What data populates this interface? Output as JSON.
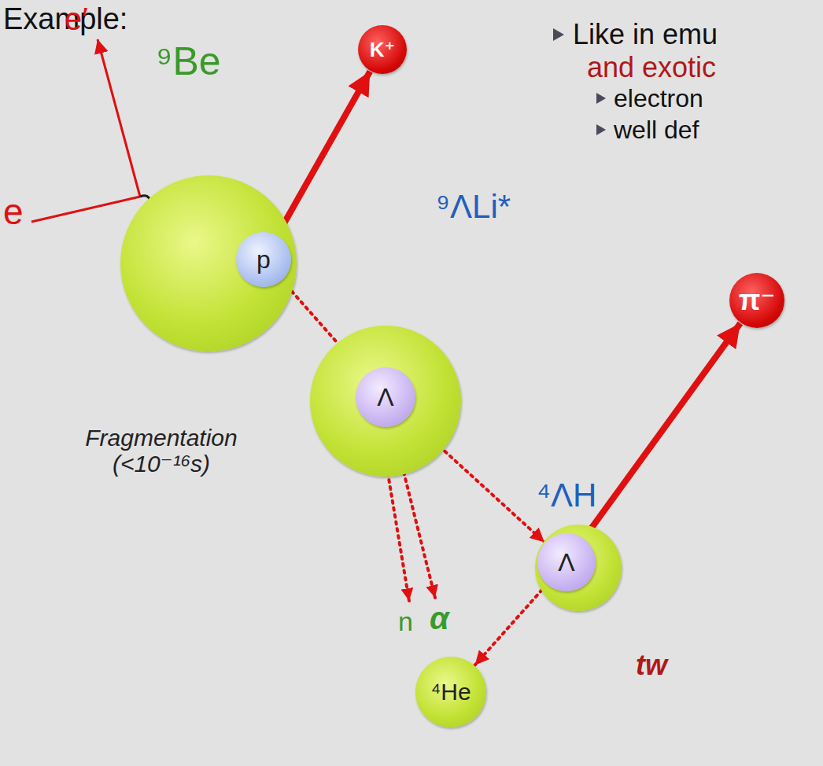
{
  "diagram": {
    "nodes": [
      {
        "text": [
          "⁹Be"
        ]
      },
      {
        "text": [
          "p"
        ],
        "in": 0
      },
      {
        "text": [
          "K⁺"
        ]
      },
      {
        "text": [
          "⁹ΛLi*"
        ]
      },
      {
        "text": [
          "Λ"
        ],
        "in": 3
      },
      {
        "text": [
          "⁴ΛH"
        ]
      },
      {
        "text": [
          "Λ"
        ],
        "in": 5
      },
      {
        "text": [
          "π⁻"
        ]
      },
      {
        "text": [
          "⁴He"
        ]
      }
    ],
    "edges": [
      {
        "from": 1,
        "to": 2,
        "arrow": "to"
      },
      {
        "from": 1,
        "to": 4,
        "arrow": "to"
      },
      {
        "from": 4,
        "to": 6,
        "arrow": "to"
      },
      {
        "from": 6,
        "to": 7,
        "arrow": "to"
      },
      {
        "from": 6,
        "to": 8,
        "arrow": "to"
      }
    ],
    "labels": [
      "Example:",
      "e′",
      "e",
      "Fragmentation (<10⁻¹⁶s)",
      "n",
      "α",
      "Like in emu",
      "and exotic",
      "electron",
      "well def",
      "tw"
    ]
  }
}
